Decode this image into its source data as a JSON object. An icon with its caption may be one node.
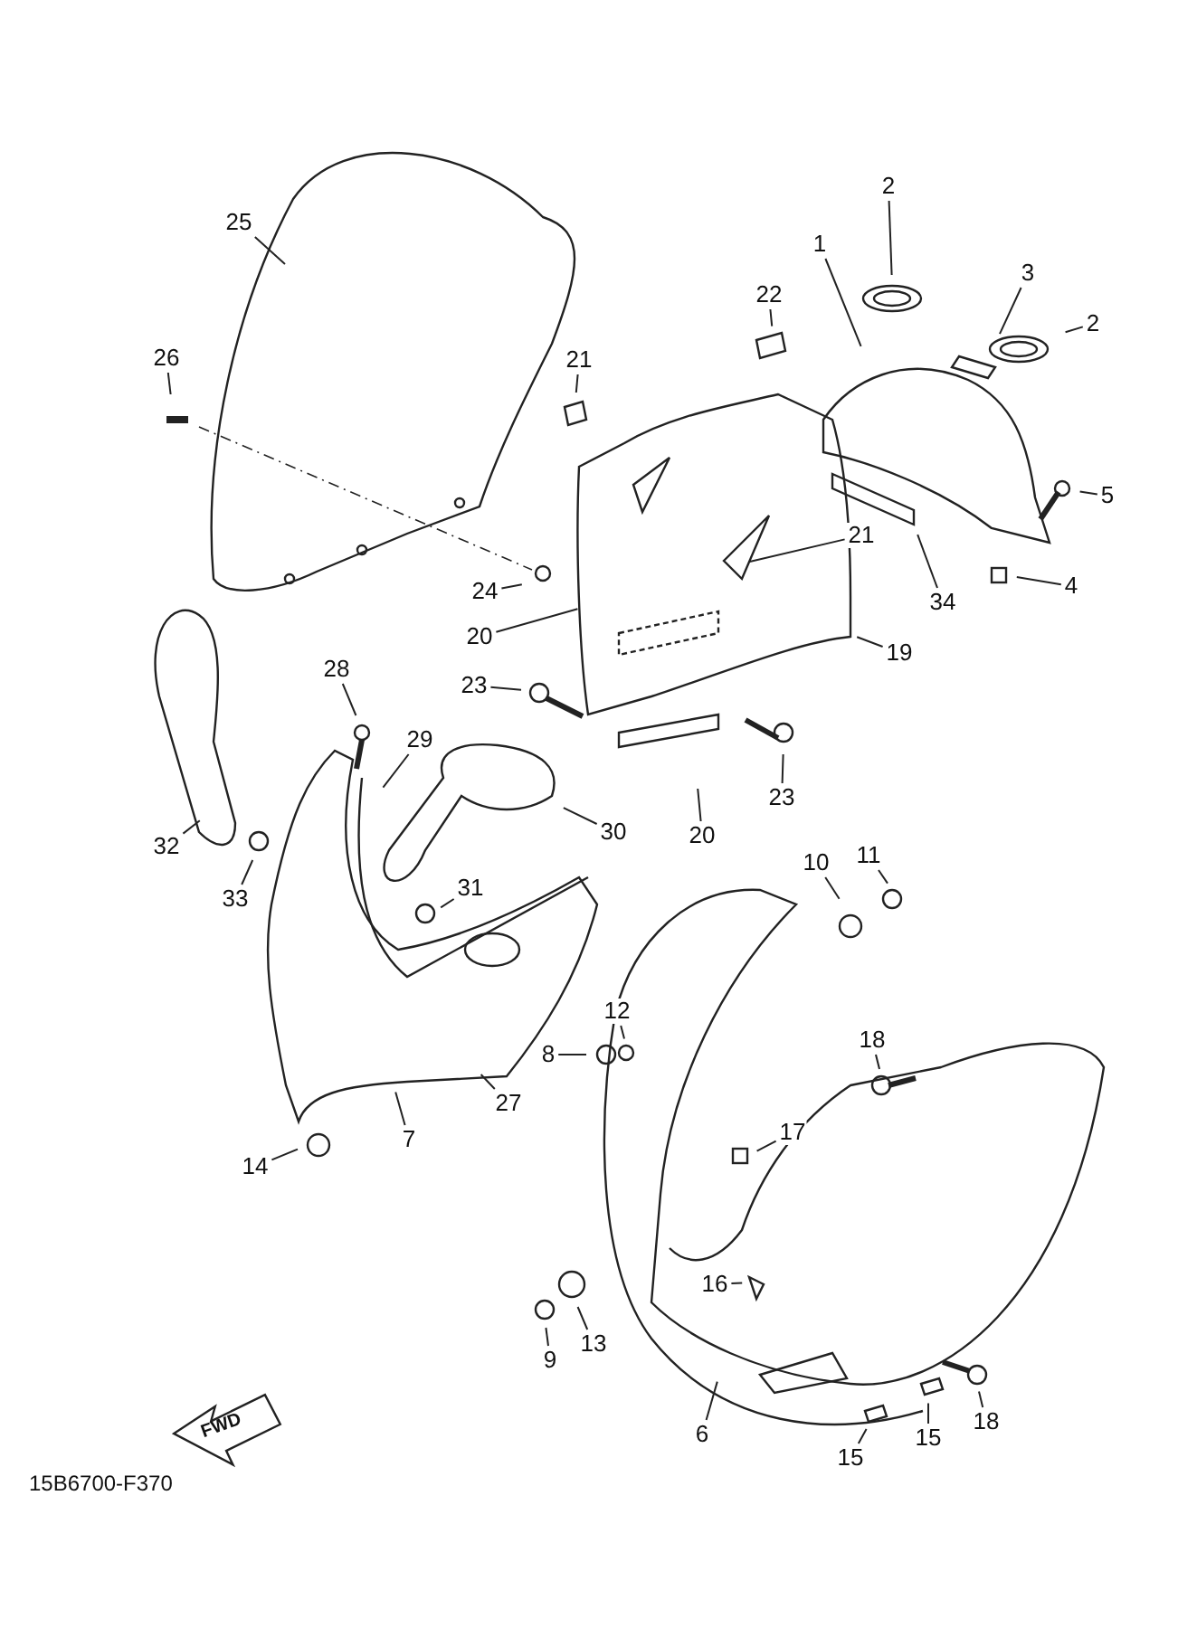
{
  "diagram": {
    "nodes": [
      {
        "text": [
          "2"
        ]
      },
      {
        "text": [
          "25"
        ]
      },
      {
        "text": [
          "1"
        ]
      },
      {
        "text": [
          "3"
        ]
      },
      {
        "text": [
          "22"
        ]
      },
      {
        "text": [
          "2"
        ]
      },
      {
        "text": [
          "21"
        ]
      },
      {
        "text": [
          "26"
        ]
      },
      {
        "text": [
          "5"
        ]
      },
      {
        "text": [
          "21"
        ]
      },
      {
        "text": [
          "4"
        ]
      },
      {
        "text": [
          "24"
        ]
      },
      {
        "text": [
          "34"
        ]
      },
      {
        "text": [
          "20"
        ]
      },
      {
        "text": [
          "19"
        ]
      },
      {
        "text": [
          "28"
        ]
      },
      {
        "text": [
          "23"
        ]
      },
      {
        "text": [
          "29"
        ]
      },
      {
        "text": [
          "23"
        ]
      },
      {
        "text": [
          "30"
        ]
      },
      {
        "text": [
          "20"
        ]
      },
      {
        "text": [
          "32"
        ]
      },
      {
        "text": [
          "11"
        ]
      },
      {
        "text": [
          "10"
        ]
      },
      {
        "text": [
          "31"
        ]
      },
      {
        "text": [
          "33"
        ]
      },
      {
        "text": [
          "12"
        ]
      },
      {
        "text": [
          "8"
        ]
      },
      {
        "text": [
          "18"
        ]
      },
      {
        "text": [
          "27"
        ]
      },
      {
        "text": [
          "17"
        ]
      },
      {
        "text": [
          "7"
        ]
      },
      {
        "text": [
          "14"
        ]
      },
      {
        "text": [
          "16"
        ]
      },
      {
        "text": [
          "13"
        ]
      },
      {
        "text": [
          "9"
        ]
      },
      {
        "text": [
          "18"
        ]
      },
      {
        "text": [
          "15"
        ]
      },
      {
        "text": [
          "6"
        ]
      },
      {
        "text": [
          "15"
        ]
      }
    ],
    "edges": [
      {
        "from": 0,
        "to": null,
        "arrow": "none"
      },
      {
        "from": 1,
        "to": null,
        "arrow": "none"
      },
      {
        "from": 2,
        "to": null,
        "arrow": "none"
      },
      {
        "from": 3,
        "to": null,
        "arrow": "none"
      },
      {
        "from": 4,
        "to": null,
        "arrow": "none"
      },
      {
        "from": 5,
        "to": null,
        "arrow": "none"
      },
      {
        "from": 6,
        "to": null,
        "arrow": "none"
      },
      {
        "from": 7,
        "to": null,
        "arrow": "none"
      },
      {
        "from": 8,
        "to": null,
        "arrow": "none"
      },
      {
        "from": 9,
        "to": null,
        "arrow": "none"
      },
      {
        "from": 10,
        "to": null,
        "arrow": "none"
      },
      {
        "from": 11,
        "to": null,
        "arrow": "none"
      },
      {
        "from": 12,
        "to": null,
        "arrow": "none"
      },
      {
        "from": 13,
        "to": null,
        "arrow": "none"
      },
      {
        "from": 14,
        "to": null,
        "arrow": "none"
      },
      {
        "from": 15,
        "to": null,
        "arrow": "none"
      },
      {
        "from": 16,
        "to": null,
        "arrow": "none"
      },
      {
        "from": 17,
        "to": null,
        "arrow": "none"
      },
      {
        "from": 18,
        "to": null,
        "arrow": "none"
      },
      {
        "from": 19,
        "to": null,
        "arrow": "none"
      },
      {
        "from": 20,
        "to": null,
        "arrow": "none"
      },
      {
        "from": 21,
        "to": null,
        "arrow": "none"
      },
      {
        "from": 22,
        "to": null,
        "arrow": "none"
      },
      {
        "from": 23,
        "to": null,
        "arrow": "none"
      },
      {
        "from": 24,
        "to": null,
        "arrow": "none"
      },
      {
        "from": 25,
        "to": null,
        "arrow": "none"
      },
      {
        "from": 26,
        "to": null,
        "arrow": "none"
      },
      {
        "from": 27,
        "to": null,
        "arrow": "none"
      },
      {
        "from": 28,
        "to": null,
        "arrow": "none"
      },
      {
        "from": 29,
        "to": null,
        "arrow": "none"
      },
      {
        "from": 30,
        "to": null,
        "arrow": "none"
      },
      {
        "from": 31,
        "to": null,
        "arrow": "none"
      },
      {
        "from": 32,
        "to": null,
        "arrow": "none"
      },
      {
        "from": 33,
        "to": null,
        "arrow": "none"
      },
      {
        "from": 34,
        "to": null,
        "arrow": "none"
      },
      {
        "from": 35,
        "to": null,
        "arrow": "none"
      },
      {
        "from": 36,
        "to": null,
        "arrow": "none"
      },
      {
        "from": 37,
        "to": null,
        "arrow": "none"
      },
      {
        "from": 38,
        "to": null,
        "arrow": "none"
      },
      {
        "from": 39,
        "to": null,
        "arrow": "none"
      }
    ],
    "labels": [
      "FWD",
      "15B6700-F370"
    ]
  }
}
